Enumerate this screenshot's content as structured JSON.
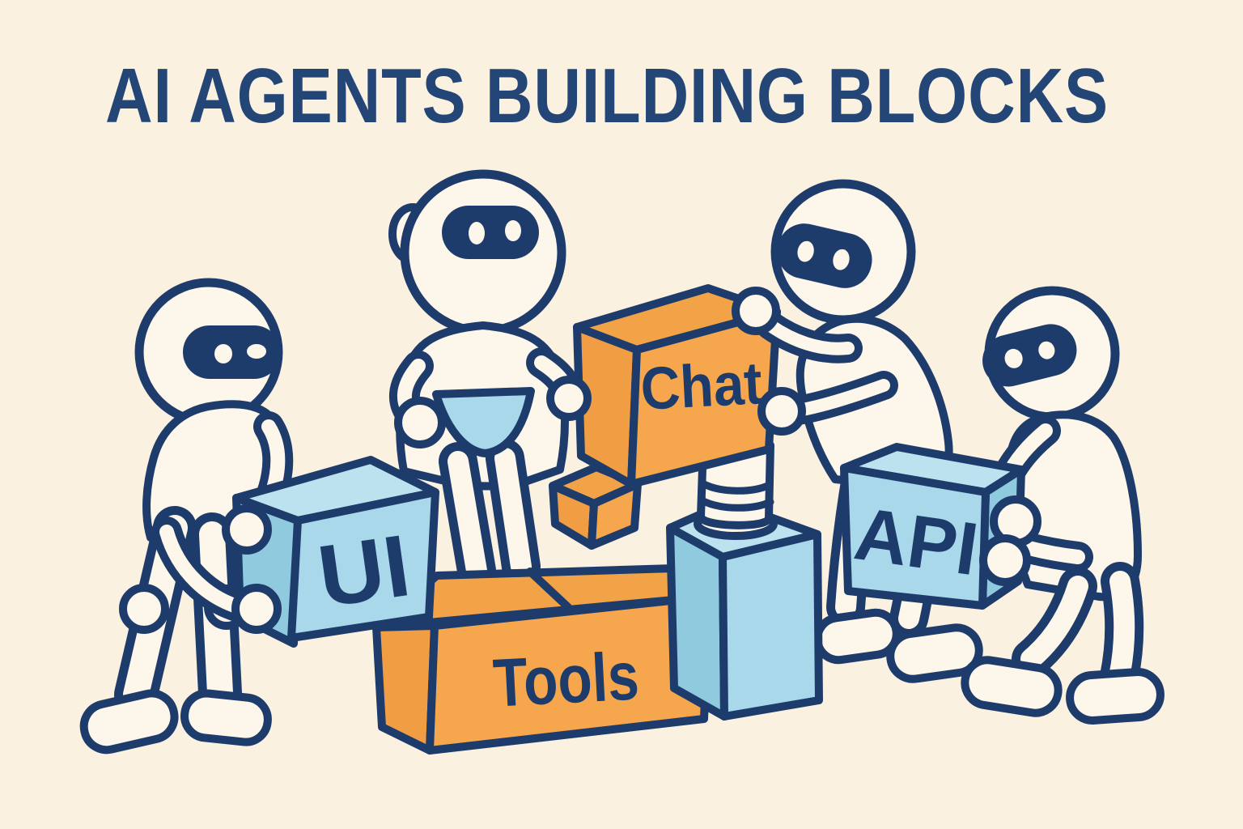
{
  "title": "AI AGENTS BUILDING BLOCKS",
  "colors": {
    "background": "#faf1e1",
    "outline": "#1e3c6b",
    "title": "#234677",
    "label": "#1e3c6b",
    "orange": "#f6a74e",
    "orange_top": "#f3a347",
    "orange_side": "#f19d43",
    "blue": "#a8d8ea",
    "blue_top": "#bce2f0",
    "blue_side": "#90cade",
    "cream": "#fdf6ea"
  },
  "blocks": {
    "ui": {
      "label": "UI"
    },
    "chat": {
      "label": "Chat"
    },
    "api": {
      "label": "API"
    },
    "tools": {
      "label": "Tools"
    },
    "small_cube": {
      "label": ""
    },
    "plain_blue_box": {
      "label": ""
    }
  },
  "figures": [
    {
      "name": "robot lifting UI block"
    },
    {
      "name": "robot holding blue funnel"
    },
    {
      "name": "robot stacking Chat block on peg"
    },
    {
      "name": "robot carrying API block"
    }
  ]
}
